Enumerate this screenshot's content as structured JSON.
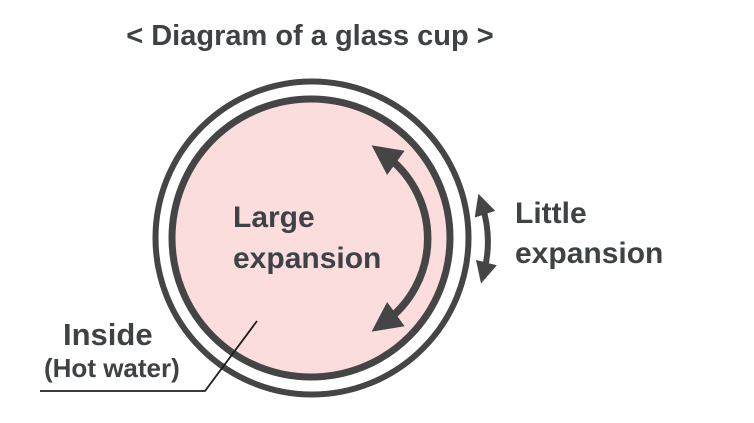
{
  "title": "< Diagram of a glass cup >",
  "labels": {
    "large": {
      "line1": "Large",
      "line2": "expansion"
    },
    "little": {
      "line1": "Little",
      "line2": "expansion"
    },
    "inside": {
      "name": "Inside",
      "detail": "(Hot water)"
    }
  },
  "icons": {
    "large_arrow": "curved-double-headed-arrow",
    "little_arrow": "small-curved-double-headed-arrow"
  },
  "colors": {
    "glass_stroke": "#454545",
    "hot_water_fill": "#FBDDDD",
    "text": "#3F4245",
    "leader_line": "#1E1E1E",
    "background": "#FFFFFF"
  }
}
